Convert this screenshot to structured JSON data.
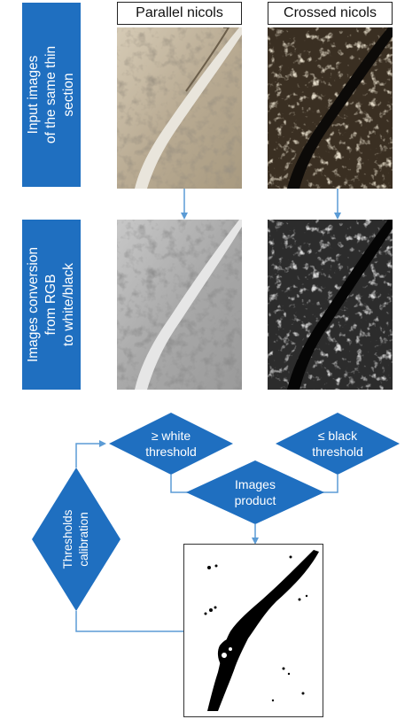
{
  "columns": {
    "parallel": "Parallel nicols",
    "crossed": "Crossed nicols"
  },
  "steps": {
    "input": [
      "Input images",
      "of the same thin",
      "section"
    ],
    "conversion": [
      "Images conversion",
      "from RGB",
      "to white/black"
    ]
  },
  "decisions": {
    "white": [
      "≥ white",
      "threshold"
    ],
    "black": [
      "≤ black",
      "threshold"
    ],
    "product": [
      "Images",
      "product"
    ],
    "calibration": [
      "Thresholds",
      "calibration"
    ]
  },
  "colors": {
    "box_fill": "#1f6fc0",
    "connector": "#5b9bd5",
    "label_text": "#ffffff"
  }
}
